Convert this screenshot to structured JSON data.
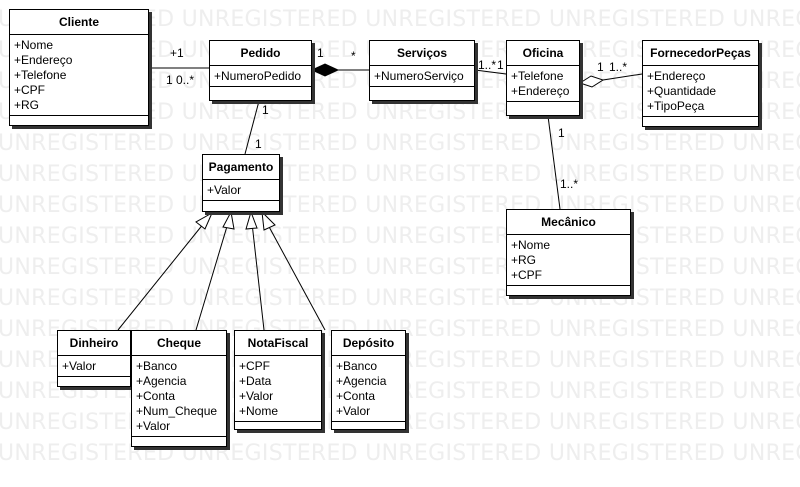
{
  "watermark": "UNREGISTERED",
  "classes": {
    "cliente": {
      "name": "Cliente",
      "attrs": [
        "+Nome",
        "+Endereço",
        "+Telefone",
        "+CPF",
        "+RG"
      ]
    },
    "pedido": {
      "name": "Pedido",
      "attrs": [
        "+NumeroPedido"
      ]
    },
    "servicos": {
      "name": "Serviços",
      "attrs": [
        "+NumeroServiço"
      ]
    },
    "oficina": {
      "name": "Oficina",
      "attrs": [
        "+Telefone",
        "+Endereço"
      ]
    },
    "fornecedor": {
      "name": "FornecedorPeças",
      "attrs": [
        "+Endereço",
        "+Quantidade",
        "+TipoPeça"
      ]
    },
    "pagamento": {
      "name": "Pagamento",
      "attrs": [
        "+Valor"
      ]
    },
    "mecanico": {
      "name": "Mecânico",
      "attrs": [
        "+Nome",
        "+RG",
        "+CPF"
      ]
    },
    "dinheiro": {
      "name": "Dinheiro",
      "attrs": [
        "+Valor"
      ]
    },
    "cheque": {
      "name": "Cheque",
      "attrs": [
        "+Banco",
        "+Agencia",
        "+Conta",
        "+Num_Cheque",
        "+Valor"
      ]
    },
    "notafiscal": {
      "name": "NotaFiscal",
      "attrs": [
        "+CPF",
        "+Data",
        "+Valor",
        "+Nome"
      ]
    },
    "deposito": {
      "name": "Depósito",
      "attrs": [
        "+Banco",
        "+Agencia",
        "+Conta",
        "+Valor"
      ]
    }
  },
  "multiplicities": {
    "cliente_pedido_1": "+1",
    "cliente_pedido_2": "1 0..*",
    "pedido_servicos_1": "1",
    "pedido_servicos_2": "*",
    "servicos_oficina_1": "1..*",
    "servicos_oficina_2": "1",
    "oficina_fornecedor_1": "1",
    "oficina_fornecedor_2": "1..*",
    "pedido_pagamento_1": "1",
    "pedido_pagamento_2": "1",
    "oficina_mecanico_1": "1",
    "oficina_mecanico_2": "1..*"
  }
}
